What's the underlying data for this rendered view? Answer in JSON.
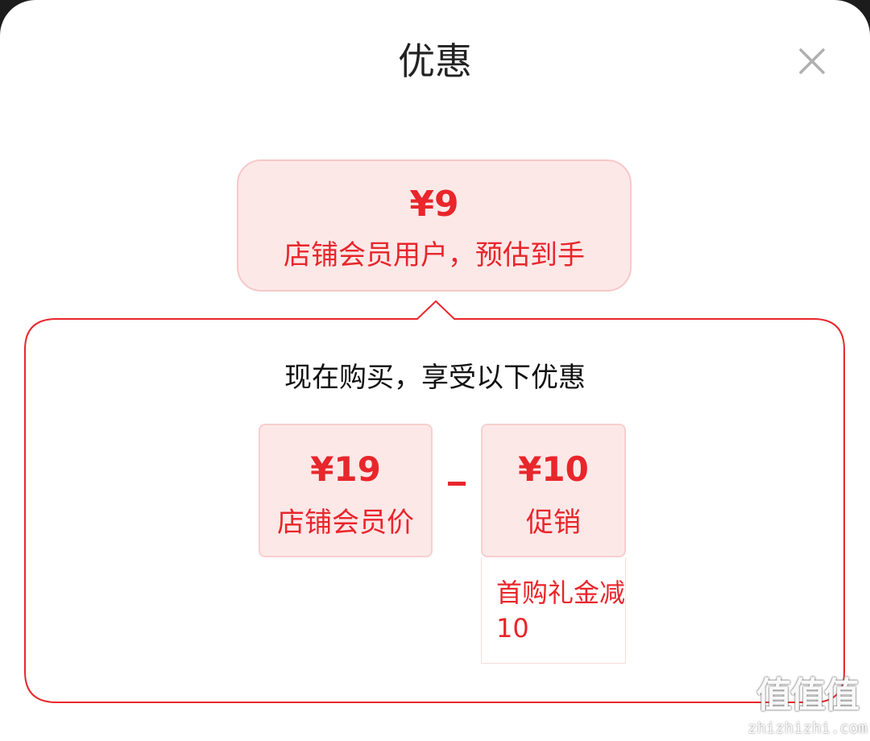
{
  "dialog": {
    "title": "优惠",
    "close_icon": "close-icon"
  },
  "summary": {
    "price": "¥9",
    "description": "店铺会员用户，预估到手"
  },
  "breakdown": {
    "heading": "现在购买，享受以下优惠",
    "member_price": {
      "amount": "¥19",
      "label": "店铺会员价"
    },
    "operator": "minus-icon",
    "promotion": {
      "amount": "¥10",
      "label": "促销",
      "detail": "首购礼金减10"
    }
  },
  "watermark": {
    "main": "值值值",
    "sub": "zhizhizhi.com"
  },
  "colors": {
    "accent": "#e8262b",
    "card_bg": "#fde8e8",
    "card_border": "#f8cfcf",
    "panel_border": "#e8262b"
  }
}
